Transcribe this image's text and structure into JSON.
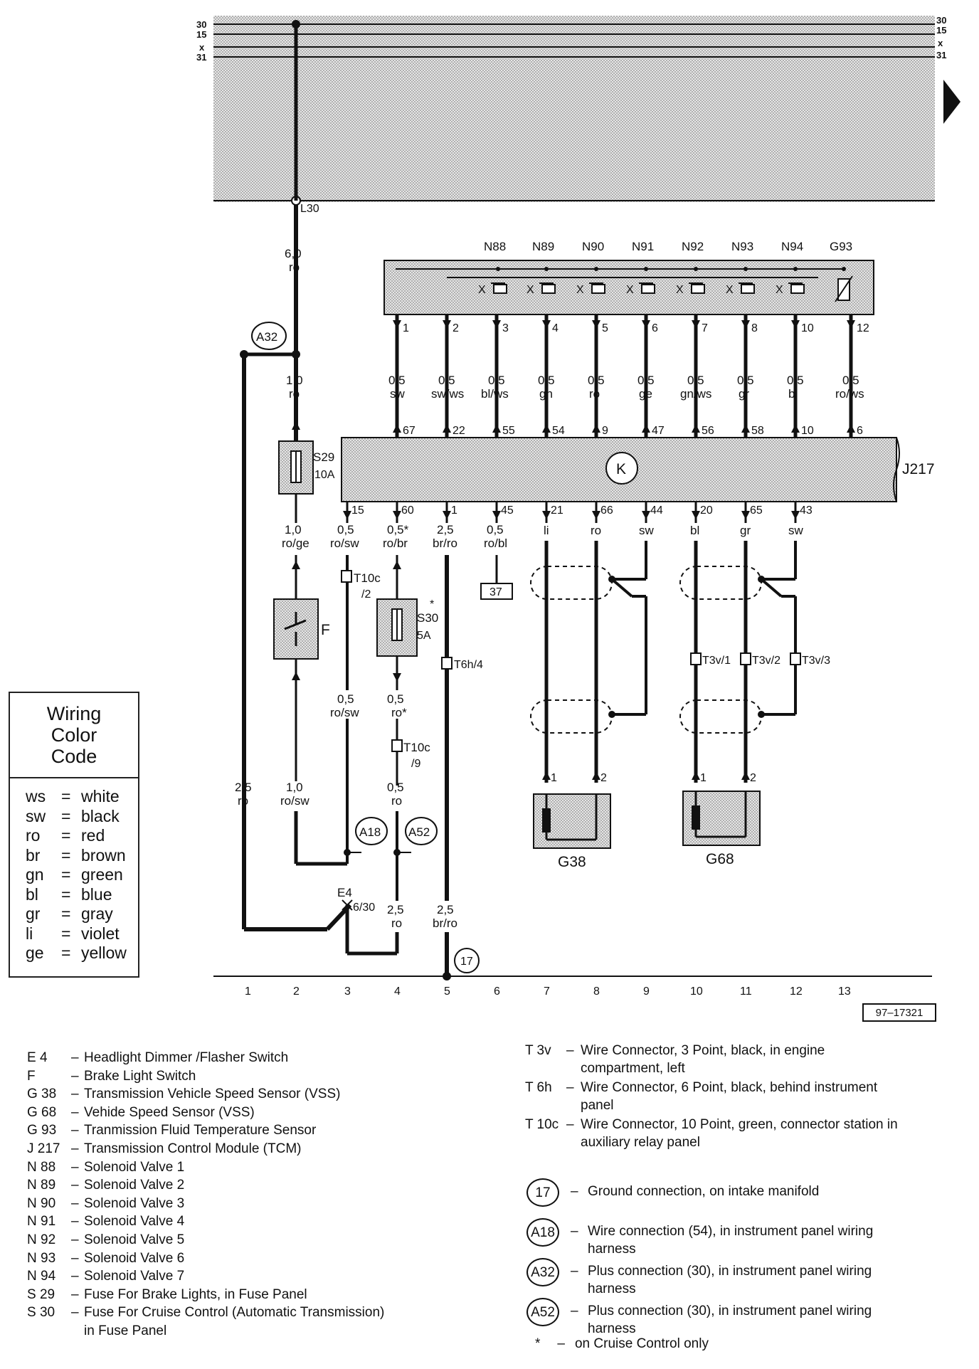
{
  "bus": {
    "labels": [
      "30",
      "15",
      "x",
      "31"
    ],
    "tap_label": "L30"
  },
  "components": {
    "valves": [
      "N88",
      "N89",
      "N90",
      "N91",
      "N92",
      "N93",
      "N94",
      "G93"
    ],
    "tcm": {
      "name": "J217",
      "symbol": "K"
    },
    "fuse_s29": {
      "name": "S29",
      "rating": "10A"
    },
    "fuse_s30": {
      "name": "S30",
      "rating": "5A",
      "mark": "*"
    },
    "brake_switch": "F",
    "dimmer": {
      "name": "E4",
      "pin": "6/30"
    },
    "sensor_g38": "G38",
    "sensor_g68": "G68",
    "ref_box": "37"
  },
  "connections": {
    "a32": "A32",
    "a18": "A18",
    "a52": "A52",
    "ground17": "17"
  },
  "connectors": {
    "t10c_2": [
      "T10c",
      "/2"
    ],
    "t10c_9": [
      "T10c",
      "/9"
    ],
    "t6h_4": "T6h/4",
    "t3v_1": "T3v/1",
    "t3v_2": "T3v/2",
    "t3v_3": "T3v/3"
  },
  "wires": {
    "main_60": [
      "6,0",
      "ro"
    ],
    "w_10_ro": [
      "1,0",
      "ro"
    ],
    "w_10_roge": [
      "1,0",
      "ro/ge"
    ],
    "w_10_rosw": [
      "1,0",
      "ro/sw"
    ],
    "w_25_ro": [
      "2,5",
      "ro"
    ],
    "w_05_rosw_a": [
      "0,5",
      "ro/sw"
    ],
    "w_05_rosw_b": [
      "0,5",
      "ro/sw"
    ],
    "w_05_robr": [
      "0,5*",
      "ro/br"
    ],
    "w_05_ro_star": [
      "0,5",
      "ro*"
    ],
    "w_05_ro": [
      "0,5",
      "ro"
    ],
    "w_25_ro_b": [
      "2,5",
      "ro"
    ],
    "w_25_brro_a": [
      "2,5",
      "br/ro"
    ],
    "w_25_brro_b": [
      "2,5",
      "br/ro"
    ],
    "w_05_robl": [
      "0,5",
      "ro/bl"
    ],
    "w_li": "li",
    "w_ro": "ro",
    "w_sw": "sw",
    "w_bl": "bl",
    "w_gr": "gr",
    "w_sw2": "sw"
  },
  "top_wires": [
    {
      "valve_pin": "1",
      "size": "0,5",
      "color": "sw",
      "tcm_pin": "67"
    },
    {
      "valve_pin": "2",
      "size": "0,5",
      "color": "sw/ws",
      "tcm_pin": "22"
    },
    {
      "valve_pin": "3",
      "size": "0,5",
      "color": "bl/ws",
      "tcm_pin": "55"
    },
    {
      "valve_pin": "4",
      "size": "0,5",
      "color": "gn",
      "tcm_pin": "54"
    },
    {
      "valve_pin": "5",
      "size": "0,5",
      "color": "ro",
      "tcm_pin": "9"
    },
    {
      "valve_pin": "6",
      "size": "0,5",
      "color": "ge",
      "tcm_pin": "47"
    },
    {
      "valve_pin": "7",
      "size": "0,5",
      "color": "gn/ws",
      "tcm_pin": "56"
    },
    {
      "valve_pin": "8",
      "size": "0,5",
      "color": "gr",
      "tcm_pin": "58"
    },
    {
      "valve_pin": "10",
      "size": "0,5",
      "color": "bl",
      "tcm_pin": "10"
    },
    {
      "valve_pin": "12",
      "size": "0,5",
      "color": "ro/ws",
      "tcm_pin": "6"
    }
  ],
  "bottom_pins": [
    "15",
    "60",
    "1",
    "45",
    "21",
    "66",
    "44",
    "20",
    "65",
    "43"
  ],
  "sensor_pins": [
    "1",
    "2",
    "1",
    "2"
  ],
  "grid_numbers": [
    "1",
    "2",
    "3",
    "4",
    "5",
    "6",
    "7",
    "8",
    "9",
    "10",
    "11",
    "12",
    "13"
  ],
  "doc_id": "97–17321",
  "color_code": {
    "title": [
      "Wiring",
      "Color",
      "Code"
    ],
    "rows": [
      {
        "code": "ws",
        "color": "white"
      },
      {
        "code": "sw",
        "color": "black"
      },
      {
        "code": "ro",
        "color": "red"
      },
      {
        "code": "br",
        "color": "brown"
      },
      {
        "code": "gn",
        "color": "green"
      },
      {
        "code": "bl",
        "color": "blue"
      },
      {
        "code": "gr",
        "color": "gray"
      },
      {
        "code": "li",
        "color": "violet"
      },
      {
        "code": "ge",
        "color": "yellow"
      }
    ]
  },
  "component_list": [
    {
      "code": "E 4",
      "desc": "Headlight Dimmer /Flasher Switch"
    },
    {
      "code": "F",
      "desc": "Brake Light Switch"
    },
    {
      "code": "G 38",
      "desc": "Transmission Vehicle Speed Sensor (VSS)"
    },
    {
      "code": "G 68",
      "desc": "Vehide Speed Sensor (VSS)"
    },
    {
      "code": "G 93",
      "desc": "Tranmission Fluid Temperature Sensor"
    },
    {
      "code": "J 217",
      "desc": "Transmission Control Module (TCM)"
    },
    {
      "code": "N 88",
      "desc": "Solenoid Valve 1"
    },
    {
      "code": "N 89",
      "desc": "Solenoid Valve 2"
    },
    {
      "code": "N 90",
      "desc": "Solenoid Valve 3"
    },
    {
      "code": "N 91",
      "desc": "Solenoid Valve 4"
    },
    {
      "code": "N 92",
      "desc": "Solenoid Valve 5"
    },
    {
      "code": "N 93",
      "desc": "Solenoid Valve 6"
    },
    {
      "code": "N 94",
      "desc": "Solenoid Valve 7"
    },
    {
      "code": "S 29",
      "desc": "Fuse For Brake Lights, in Fuse Panel"
    },
    {
      "code": "S 30",
      "desc": "Fuse For Cruise Control (Automatic Transmission)"
    },
    {
      "code": "",
      "desc": "in Fuse Panel"
    }
  ],
  "connector_list": [
    {
      "code": "T 3v",
      "desc": "Wire Connector, 3 Point, black, in engine compartment, left"
    },
    {
      "code": "T 6h",
      "desc": "Wire Connector, 6 Point, black, behind instrument panel"
    },
    {
      "code": "T 10c",
      "desc": "Wire Connector, 10 Point, green, connector station in auxiliary relay panel"
    }
  ],
  "connection_list": [
    {
      "id": "17",
      "desc": "Ground connection, on intake manifold"
    },
    {
      "id": "A18",
      "desc": "Wire connection (54), in instrument panel wiring harness"
    },
    {
      "id": "A32",
      "desc": "Plus connection (30), in instrument panel wiring harness"
    },
    {
      "id": "A52",
      "desc": "Plus connection (30), in instrument panel wiring harness"
    }
  ],
  "footnote": {
    "mark": "*",
    "text": "on Cruise Control only"
  }
}
